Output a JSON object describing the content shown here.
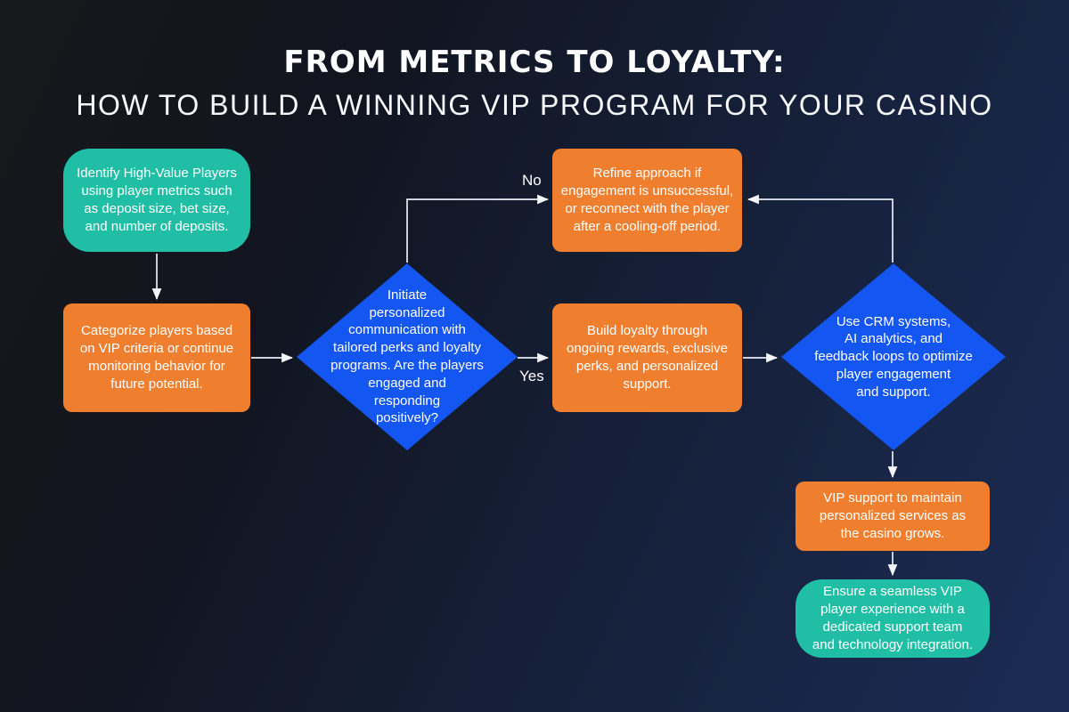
{
  "title": {
    "line1": "FROM METRICS TO LOYALTY:",
    "line2": "HOW TO BUILD A WINNING VIP PROGRAM FOR YOUR CASINO"
  },
  "labels": {
    "no": "No",
    "yes": "Yes"
  },
  "colors": {
    "teal": "#20bea5",
    "orange": "#ef7f2f",
    "blue": "#1456f1",
    "connector": "#e9edf4",
    "text": "#ffffff",
    "background_start": "#17181a",
    "background_end": "#1b2b54"
  },
  "nodes": [
    {
      "id": "identify-players",
      "shape": "rounded-teal",
      "text": "Identify High-Value Players\nusing player metrics such\nas deposit size, bet size,\nand number of deposits."
    },
    {
      "id": "categorize-players",
      "shape": "rect-orange",
      "text": "Categorize players based\non VIP criteria or continue\nmonitoring behavior for\nfuture potential."
    },
    {
      "id": "initiate-communication-decision",
      "shape": "diamond-blue",
      "text": "Initiate\npersonalized\ncommunication with\ntailored perks and loyalty\nprograms. Are the players\nengaged and\nresponding\npositively?"
    },
    {
      "id": "refine-approach",
      "shape": "rect-orange",
      "text": "Refine approach if\nengagement is unsuccessful,\nor reconnect with the player\nafter a cooling-off period."
    },
    {
      "id": "build-loyalty",
      "shape": "rect-orange",
      "text": "Build loyalty through\nongoing rewards, exclusive\nperks, and personalized\nsupport."
    },
    {
      "id": "crm-optimize-decision",
      "shape": "diamond-blue",
      "text": "Use CRM systems,\nAI analytics, and\nfeedback loops to optimize\nplayer engagement\nand support."
    },
    {
      "id": "vip-support",
      "shape": "rect-orange",
      "text": "VIP support to maintain\npersonalized services as\nthe casino grows."
    },
    {
      "id": "ensure-experience",
      "shape": "rounded-teal",
      "text": "Ensure a seamless VIP\nplayer experience with a\ndedicated support team\nand technology integration."
    }
  ]
}
